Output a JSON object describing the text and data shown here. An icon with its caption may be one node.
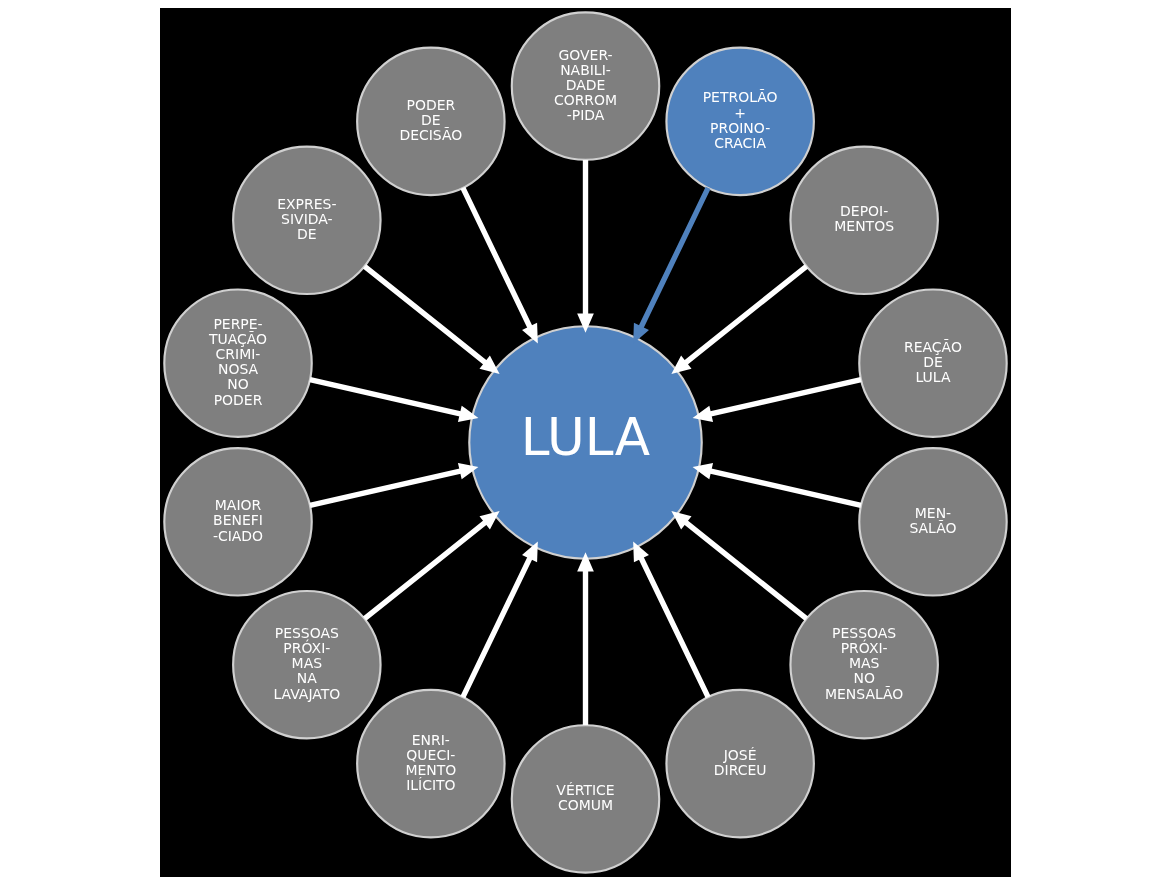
{
  "diagram": {
    "nodes": [
      {
        "text": [
          "REAÇÃO DE LULA"
        ]
      },
      {
        "text": [
          "DEPOI- MENTOS"
        ]
      },
      {
        "text": [
          "PETROLÃO + PROINO- CRACIA"
        ]
      },
      {
        "text": [
          "GOVER- NABILI- DADE CORROM -PIDA"
        ]
      },
      {
        "text": [
          "PODER DE DECISÃO"
        ]
      },
      {
        "text": [
          "EXPRES- SIVIDA- DE"
        ]
      },
      {
        "text": [
          "PERPE- TUAÇÃO CRIMI- NOSA NO PODER"
        ]
      },
      {
        "text": [
          "LULA"
        ]
      },
      {
        "text": [
          "MAIOR BENEFI -CIADO"
        ]
      },
      {
        "text": [
          "PESSOAS PRÓXI- MAS NA LAVAJATO"
        ]
      },
      {
        "text": [
          "ENRI- QUECI- MENTO ILÍCITO"
        ]
      },
      {
        "text": [
          "VÉRTICE COMUM"
        ]
      },
      {
        "text": [
          "JOSÉ DIRCEU"
        ]
      },
      {
        "text": [
          "PESSOAS PRÓXI- MAS NO MENSALÃO"
        ]
      },
      {
        "text": [
          "MEN- SALÃO"
        ]
      }
    ],
    "edges": [
      {
        "from": 0,
        "to": 7,
        "arrow": "to"
      },
      {
        "from": 1,
        "to": 7,
        "arrow": "to"
      },
      {
        "from": 2,
        "to": 7,
        "arrow": "to",
        "color": "#4f81bd"
      },
      {
        "from": 3,
        "to": 7,
        "arrow": "to"
      },
      {
        "from": 4,
        "to": 7,
        "arrow": "to"
      },
      {
        "from": 5,
        "to": 7,
        "arrow": "to"
      },
      {
        "from": 6,
        "to": 7,
        "arrow": "to"
      },
      {
        "from": 8,
        "to": 7,
        "arrow": "to"
      },
      {
        "from": 9,
        "to": 7,
        "arrow": "to"
      },
      {
        "from": 10,
        "to": 7,
        "arrow": "to"
      },
      {
        "from": 11,
        "to": 7,
        "arrow": "to"
      },
      {
        "from": 12,
        "to": 7,
        "arrow": "to"
      },
      {
        "from": 13,
        "to": 7,
        "arrow": "to"
      },
      {
        "from": 14,
        "to": 7,
        "arrow": "to"
      }
    ]
  }
}
